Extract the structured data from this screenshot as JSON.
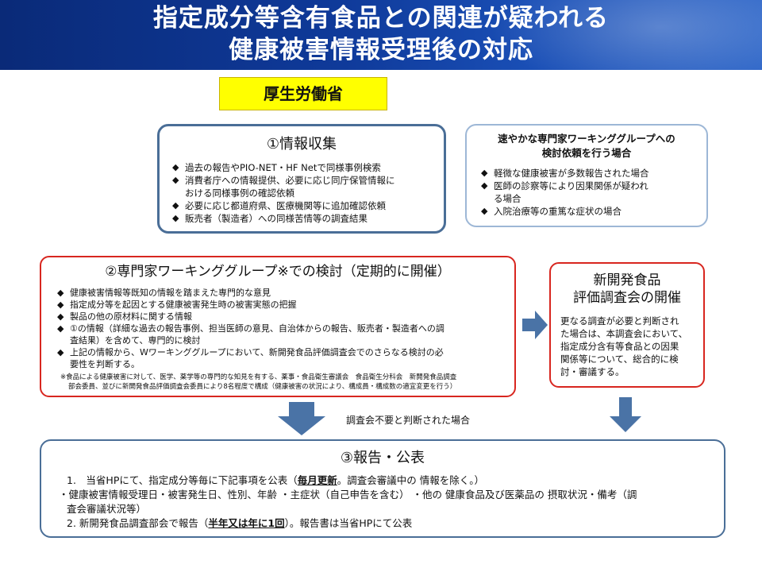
{
  "title": {
    "line1": "指定成分等含有食品との関連が疑われる",
    "line2": "健康被害情報受理後の対応"
  },
  "mhlw_label": "厚生労働省",
  "step1": {
    "title": "①情報収集",
    "items": [
      "過去の報告やPIO-NET・HF Netで同様事例検索",
      "消費者庁への情報提供、必要に応じ同庁保管情報に",
      "おける同様事例の確認依頼",
      "必要に応じ都道府県、医療機関等に追加確認依頼",
      "販売者（製造者）への同様苦情等の調査結果"
    ]
  },
  "quick": {
    "title_line1": "速やかな専門家ワーキンググループへの",
    "title_line2": "検討依頼を行う場合",
    "items": [
      "軽微な健康被害が多数報告された場合",
      "医師の診察等により因果関係が疑われ",
      "る場合",
      "入院治療等の重篤な症状の場合"
    ]
  },
  "step2": {
    "title": "②専門家ワーキンググループ※での検討（定期的に開催）",
    "items": [
      "健康被害情報等既知の情報を踏まえた専門的な意見",
      "指定成分等を起因とする健康被害発生時の被害実態の把握",
      "製品の他の原材料に関する情報",
      "①の情報（詳細な過去の報告事例、担当医師の意見、自治体からの報告、販売者・製造者への調",
      "査結果）を含めて、専門的に検討",
      "上記の情報から、Wワーキンググループにおいて、新開発食品評価調査会でのさらなる検討の必",
      "要性を判断する。"
    ],
    "note_line1": "※食品による健康被害に対して、医学、薬学等の専門的な知見を有する、薬事・食品衛生審議会　食品衛生分科会　新開発食品調査",
    "note_line2": "部会委員、並びに新開発食品評価調査会委員により8名程度で構成（健康被害の状況により、構成員・構成数の適宜変更を行う）"
  },
  "eval": {
    "title_line1": "新開発食品",
    "title_line2": "評価調査会の開催",
    "text_lines": [
      "更なる調査が必要と判断され",
      "た場合は、本調査会において、",
      "指定成分含有等食品との因果",
      "関係等について、総合的に検",
      "討・審議する。"
    ]
  },
  "arrow_note": "調査会不要と判断された場合",
  "step3": {
    "title": "③報告・公表",
    "line1_a": "1.　当省HPにて、指定成分等毎に下記事項を公表（",
    "line1_b": "毎月更新",
    "line1_c": "。調査会審議中の 情報を除く。）",
    "line2": "・健康被害情報受理日・被害発生日、性別、年齢 ・主症状（自己申告を含む） ・他の 健康食品及び医薬品の 摂取状況・備考（調",
    "line3": "査会審議状況等）",
    "line4_a": "2. 新開発食品調査部会で報告（",
    "line4_b": "半年又は年に1回",
    "line4_c": "）。報告書は当省HPにて公表"
  },
  "colors": {
    "header_blue": "#0f3a9a",
    "mhlw_yellow": "#ffff00",
    "step_border_blue": "#4a6e97",
    "step_border_red": "#d8261f",
    "arrow_blue": "#4a73a6"
  }
}
